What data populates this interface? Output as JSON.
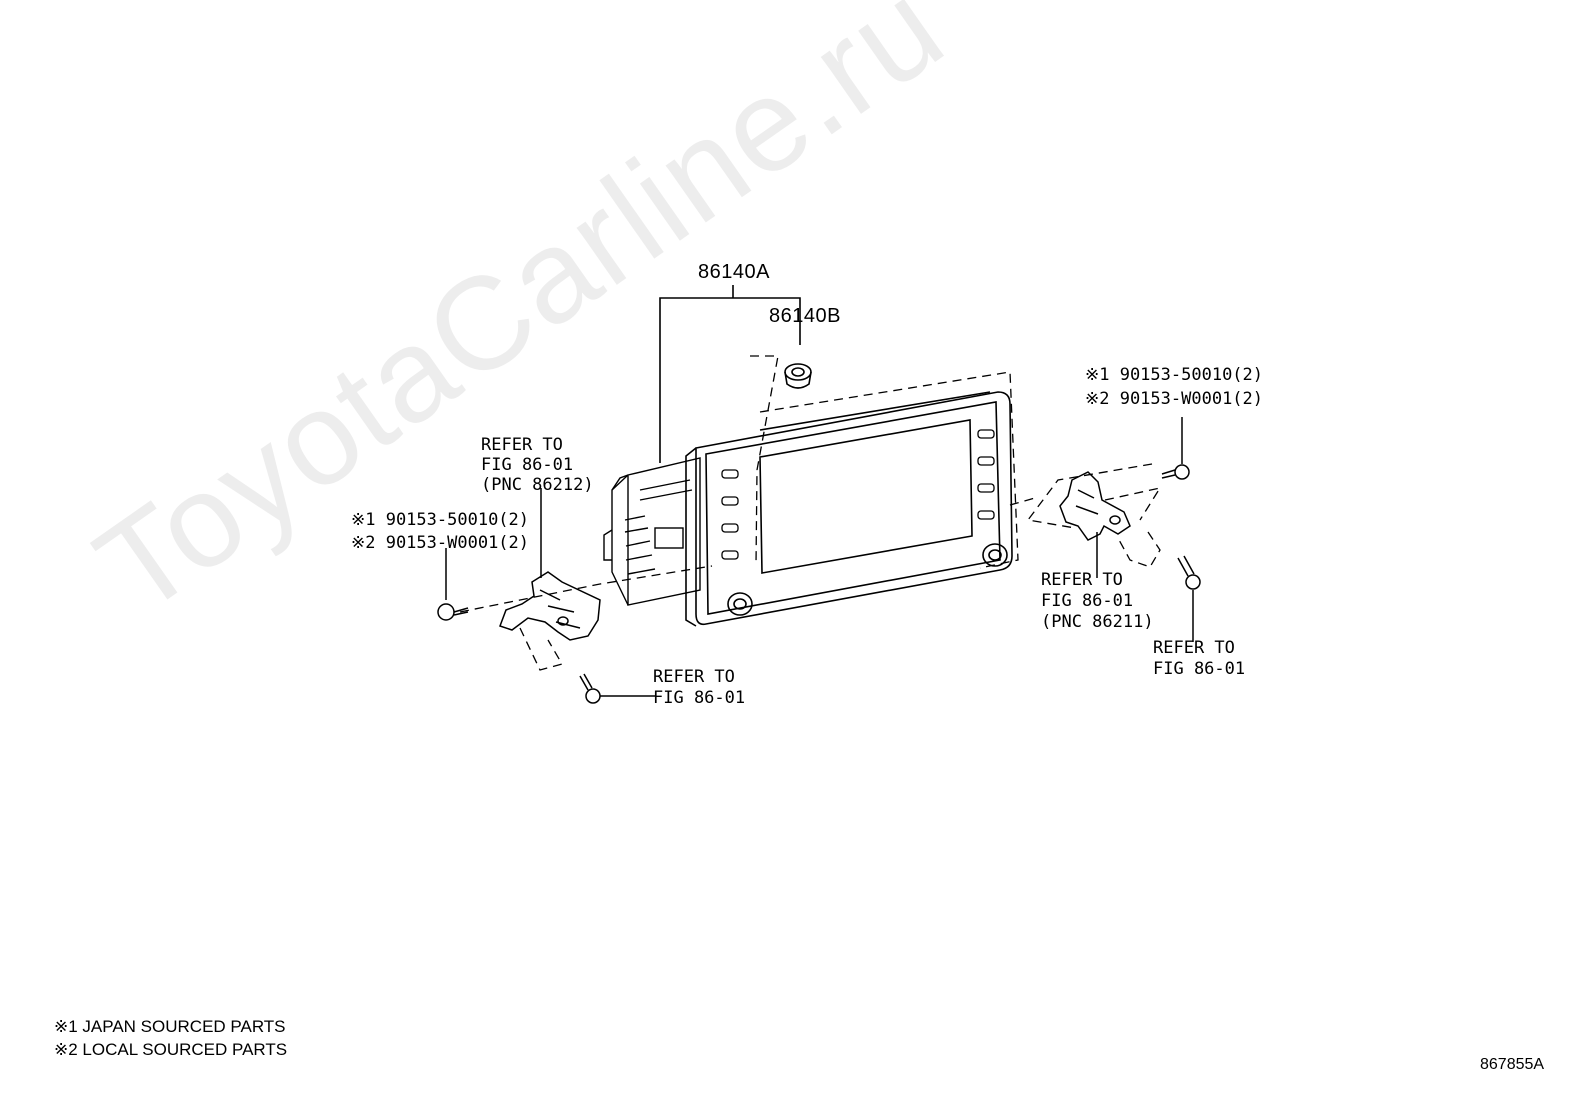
{
  "watermark": "ToyotaCarline.ru",
  "parts": {
    "main_unit": "86140A",
    "knob": "86140B"
  },
  "fasteners": {
    "right_line1": "※1 90153-50010(2)",
    "right_line2": "※2 90153-W0001(2)",
    "left_line1": "※1 90153-50010(2)",
    "left_line2": "※2 90153-W0001(2)"
  },
  "refs": {
    "upper_left": [
      "REFER TO",
      "FIG 86-01",
      "(PNC 86212)"
    ],
    "lower_left": [
      "REFER TO",
      "FIG 86-01"
    ],
    "upper_right": [
      "REFER TO",
      "FIG 86-01",
      "(PNC 86211)"
    ],
    "lower_right": [
      "REFER TO",
      "FIG 86-01"
    ]
  },
  "legend": {
    "note1": "※1 JAPAN SOURCED PARTS",
    "note2": "※2 LOCAL SOURCED PARTS"
  },
  "diagram_code": "867855A"
}
